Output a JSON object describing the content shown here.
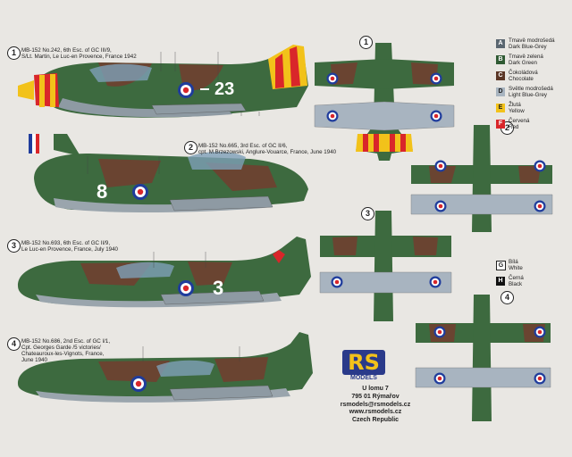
{
  "profiles": [
    {
      "num": "1",
      "caption": [
        "MB-152 No.242, 6th Esc. of GC III/9,",
        "S/Lt. Martin, Le Luc-en Provence, France 1942"
      ],
      "code": "23"
    },
    {
      "num": "2",
      "caption": [
        "MB-152 No.665, 3rd Esc. of GC II/6,",
        "cpt. M.Brzezowski, Anglure-Vouarce, France, June 1940"
      ],
      "code": "8"
    },
    {
      "num": "3",
      "caption": [
        "MB-152 No.693, 6th Esc. of GC II/9,",
        "Le Luc-en Provence, France, July 1940"
      ],
      "code": "3"
    },
    {
      "num": "4",
      "caption": [
        "MB-152 No.686, 2nd Esc. of GC I/1,",
        "Cpt. Georges Garde /5 victories/",
        "Chateauroux-les-Vignots, France,",
        "June 1940"
      ],
      "code": ""
    }
  ],
  "plan_numbers": [
    "1",
    "2",
    "3",
    "4"
  ],
  "legend": [
    {
      "key": "A",
      "cz": "Tmavě modrošedá",
      "en": "Dark Blue-Grey",
      "color": "#5a6670",
      "fg": "#ffffff"
    },
    {
      "key": "B",
      "cz": "Tmavě zelená",
      "en": "Dark Green",
      "color": "#2f5a33",
      "fg": "#ffffff"
    },
    {
      "key": "C",
      "cz": "Čokoládová",
      "en": "Chocolate",
      "color": "#5a3525",
      "fg": "#ffffff"
    },
    {
      "key": "D",
      "cz": "Světle modrošedá",
      "en": "Light Blue-Grey",
      "color": "#a8b4c0",
      "fg": "#222222"
    },
    {
      "key": "E",
      "cz": "Žlutá",
      "en": "Yellow",
      "color": "#f2c21a",
      "fg": "#222222"
    },
    {
      "key": "F",
      "cz": "Červená",
      "en": "Red",
      "color": "#d9262a",
      "fg": "#ffffff"
    },
    {
      "key": "G",
      "cz": "Bílá",
      "en": "White",
      "color": "#ffffff",
      "fg": "#222222"
    },
    {
      "key": "H",
      "cz": "Černá",
      "en": "Black",
      "color": "#111111",
      "fg": "#ffffff"
    }
  ],
  "logo": {
    "text": "RS",
    "sub": "MODELS"
  },
  "address": [
    "U lomu 7",
    "795 01 Rýmařov",
    "rsmodels@rsmodels.cz",
    "www.rsmodels.cz",
    "Czech Republic"
  ],
  "colors": {
    "background": "#e9e7e3",
    "green": "#3d6a3f",
    "brown": "#6a4431",
    "grey": "#8e9aa3",
    "blue": "#1f3c9c",
    "red": "#d9262a",
    "yellow": "#f2c21a"
  }
}
